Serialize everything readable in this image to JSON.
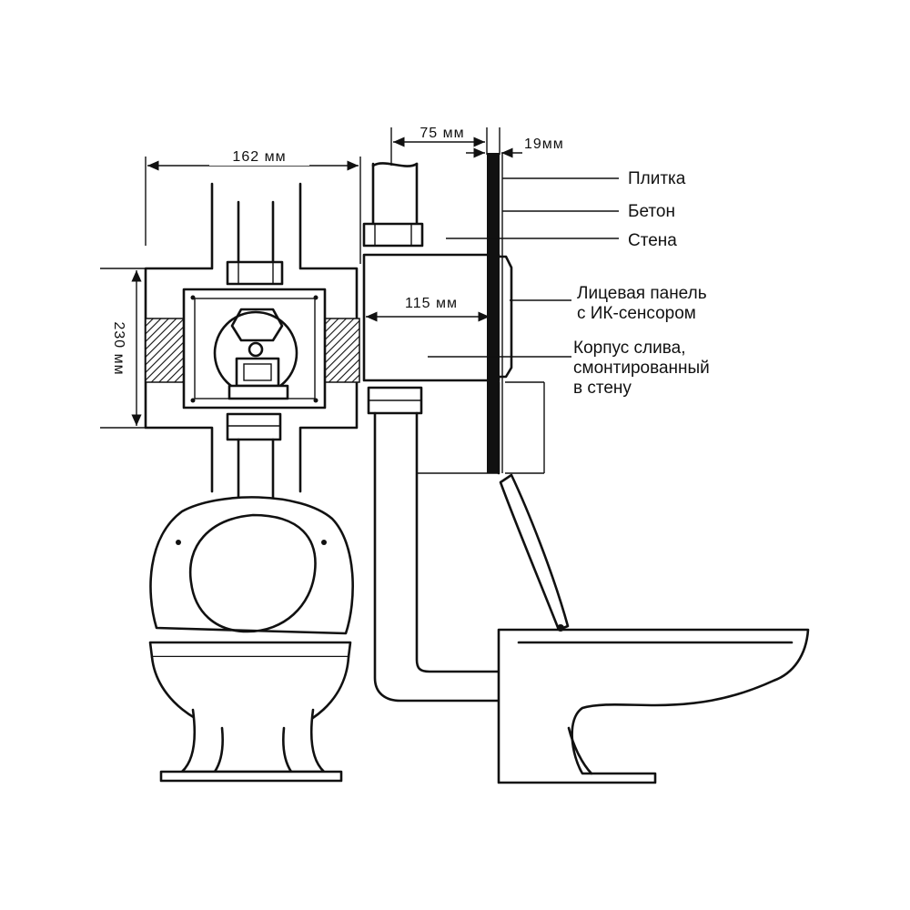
{
  "dimensions": {
    "width_162": "162 мм",
    "height_230": "230 мм",
    "depth_75": "75 мм",
    "panel_19": "19мм",
    "body_115": "115 мм"
  },
  "labels": {
    "tile": "Плитка",
    "concrete": "Бетон",
    "wall": "Стена",
    "front_panel_line1": "Лицевая панель",
    "front_panel_line2": "с ИК-сенсором",
    "housing_line1": "Корпус слива,",
    "housing_line2": "смонтированный",
    "housing_line3": "в стену"
  },
  "colors": {
    "line": "#111111",
    "background": "#ffffff"
  }
}
